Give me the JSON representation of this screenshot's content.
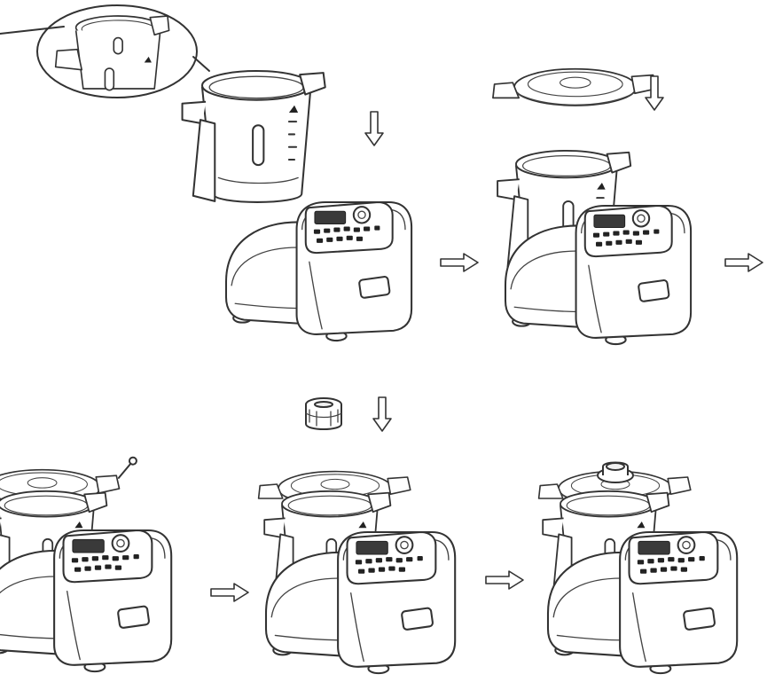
{
  "colors": {
    "line": "#333333",
    "background": "#ffffff",
    "display": "#3a3a3a"
  },
  "steps": [
    {
      "name": "step-1-insert-bowl",
      "icon": "bowl-with-handle-icon"
    },
    {
      "name": "step-2-fit-lid",
      "icon": "lid-icon"
    },
    {
      "name": "step-3-lock-lid",
      "icon": "lock-icon"
    },
    {
      "name": "step-4-insert-measuring-cup",
      "icon": "measuring-cup-icon"
    },
    {
      "name": "step-5-ready",
      "icon": "assembled-appliance-icon"
    }
  ]
}
